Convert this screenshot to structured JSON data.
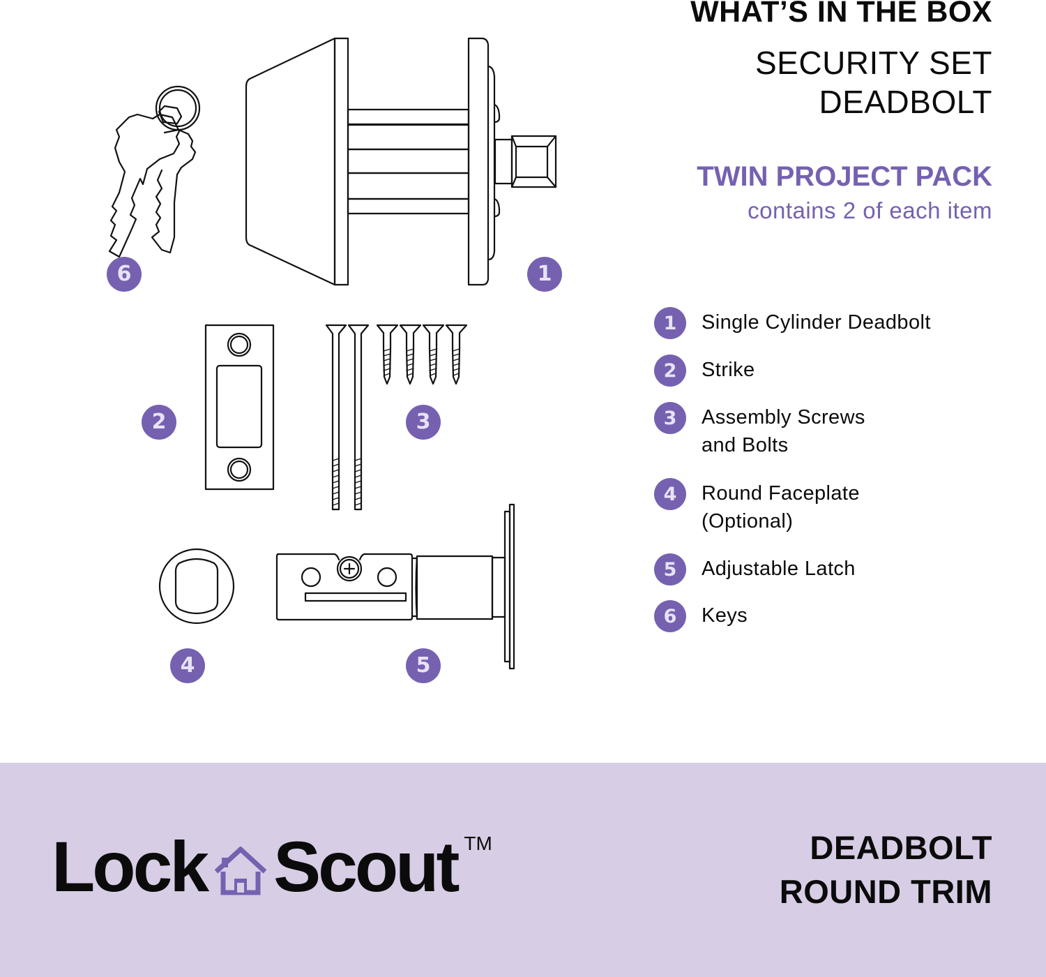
{
  "header": {
    "heading": "WHAT’S IN THE BOX",
    "subtitle_lines": [
      "SECURITY SET",
      "DEADBOLT"
    ],
    "pack_title": "TWIN PROJECT PACK",
    "pack_subtitle": "contains 2 of each item"
  },
  "illustration_badges": [
    {
      "number": "1",
      "item": "single-cylinder-deadbolt"
    },
    {
      "number": "2",
      "item": "strike"
    },
    {
      "number": "3",
      "item": "assembly-screws-and-bolts"
    },
    {
      "number": "4",
      "item": "round-faceplate"
    },
    {
      "number": "5",
      "item": "adjustable-latch"
    },
    {
      "number": "6",
      "item": "keys"
    }
  ],
  "legend": {
    "items": [
      {
        "number": "1",
        "label": "Single Cylinder Deadbolt"
      },
      {
        "number": "2",
        "label": "Strike"
      },
      {
        "number": "3",
        "label": "Assembly Screws\nand Bolts"
      },
      {
        "number": "4",
        "label": "Round Faceplate\n(Optional)"
      },
      {
        "number": "5",
        "label": "Adjustable Latch"
      },
      {
        "number": "6",
        "label": "Keys"
      }
    ]
  },
  "footer": {
    "brand": {
      "left": "Lock",
      "right": "Scout",
      "trademark": "TM",
      "icon": "house-icon"
    },
    "product_lines": [
      "DEADBOLT",
      "ROUND TRIM"
    ]
  },
  "colors": {
    "accent_purple": "#7561b0",
    "badge_text": "#e8e2f5",
    "footer_background": "#d7cee6",
    "text": "#0b0b0b",
    "background": "#ffffff"
  }
}
